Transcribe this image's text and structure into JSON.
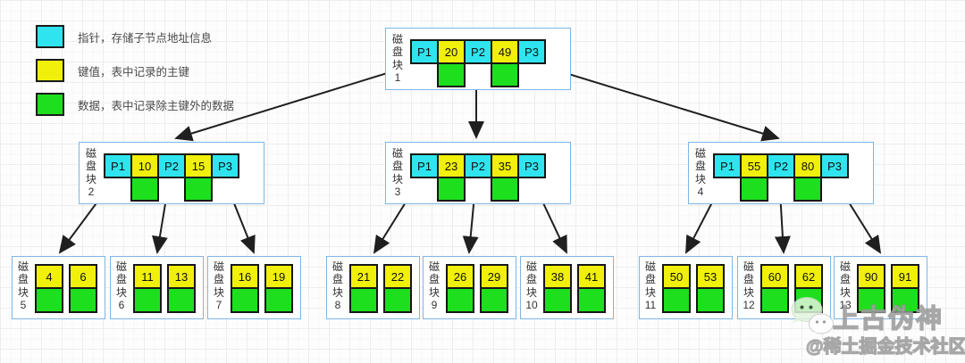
{
  "colors": {
    "pointer": "#2fe4ef",
    "key": "#f0f00a",
    "data": "#1edf1e",
    "node_border": "#7db6e8",
    "arrow": "#1f1f1f"
  },
  "legend": {
    "items": [
      {
        "swatch": "pointer",
        "label": "指针，存储子节点地址信息"
      },
      {
        "swatch": "key",
        "label": "键值，表中记录的主键"
      },
      {
        "swatch": "data",
        "label": "数据，表中记录除主键外的数据"
      }
    ]
  },
  "tree": {
    "node_label": "磁盘块",
    "internal_nodes": [
      {
        "number": "1",
        "cells": [
          "P1",
          "20",
          "P2",
          "49",
          "P3"
        ]
      },
      {
        "number": "2",
        "cells": [
          "P1",
          "10",
          "P2",
          "15",
          "P3"
        ]
      },
      {
        "number": "3",
        "cells": [
          "P1",
          "23",
          "P2",
          "35",
          "P3"
        ]
      },
      {
        "number": "4",
        "cells": [
          "P1",
          "55",
          "P2",
          "80",
          "P3"
        ]
      }
    ],
    "leaf_nodes": [
      {
        "number": "5",
        "keys": [
          "4",
          "6"
        ]
      },
      {
        "number": "6",
        "keys": [
          "11",
          "13"
        ]
      },
      {
        "number": "7",
        "keys": [
          "16",
          "19"
        ]
      },
      {
        "number": "8",
        "keys": [
          "21",
          "22"
        ]
      },
      {
        "number": "9",
        "keys": [
          "26",
          "29"
        ]
      },
      {
        "number": "10",
        "keys": [
          "38",
          "41"
        ]
      },
      {
        "number": "11",
        "keys": [
          "50",
          "53"
        ]
      },
      {
        "number": "12",
        "keys": [
          "60",
          "62"
        ]
      },
      {
        "number": "13",
        "keys": [
          "90",
          "91"
        ]
      }
    ],
    "edges": [
      {
        "from": "block1-P1",
        "to": "block2"
      },
      {
        "from": "block1-P2",
        "to": "block3"
      },
      {
        "from": "block1-P3",
        "to": "block4"
      },
      {
        "from": "block2-P1",
        "to": "block5"
      },
      {
        "from": "block2-P2",
        "to": "block6"
      },
      {
        "from": "block2-P3",
        "to": "block7"
      },
      {
        "from": "block3-P1",
        "to": "block8"
      },
      {
        "from": "block3-P2",
        "to": "block9"
      },
      {
        "from": "block3-P3",
        "to": "block10"
      },
      {
        "from": "block4-P1",
        "to": "block11"
      },
      {
        "from": "block4-P2",
        "to": "block12"
      },
      {
        "from": "block4-P3",
        "to": "block13"
      }
    ]
  },
  "watermark": {
    "icon": "wechat-icon",
    "line1": "上古伪神",
    "line2": "@稀土掘金技术社区"
  }
}
